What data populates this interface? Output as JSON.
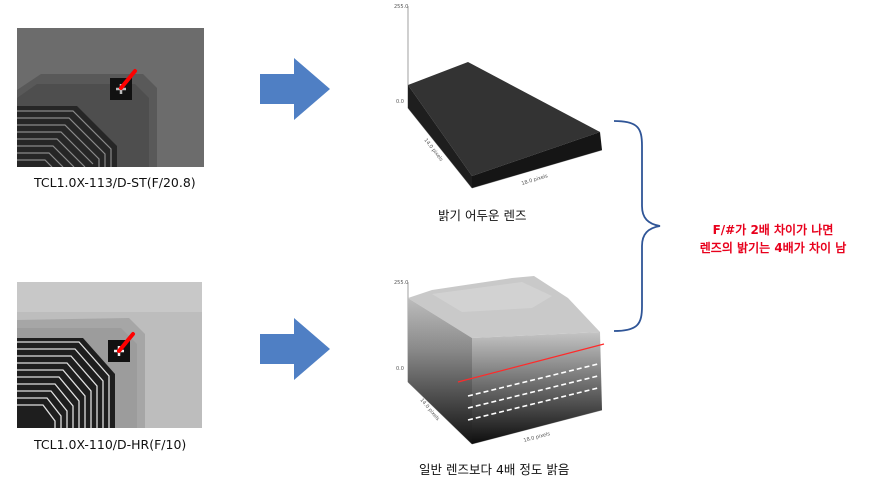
{
  "top": {
    "image_caption": "TCL1.0X-113/D-ST(F/20.8)",
    "plot_caption": "밝기 어두운 렌즈",
    "plot_ticks": {
      "z_max": "255.0",
      "z_min": "0.0",
      "depth": "14.0 pixels",
      "width": "18.0 pixels"
    }
  },
  "bottom": {
    "image_caption": "TCL1.0X-110/D-HR(F/10)",
    "plot_caption": "일반 렌즈보다 4배 정도 밝음",
    "plot_ticks": {
      "z_max": "255.0",
      "z_min": "0.0",
      "depth": "14.0 pixels",
      "width": "18.0 pixels"
    }
  },
  "note": {
    "line1": "F/#가 2배 차이가 나면",
    "line2": "렌즈의 밝기는 4배가 차이 남"
  },
  "colors": {
    "arrow": "#4f7fc4",
    "brace": "#2f5597",
    "note_text": "#e8001c",
    "pointer": "#ff0000"
  }
}
